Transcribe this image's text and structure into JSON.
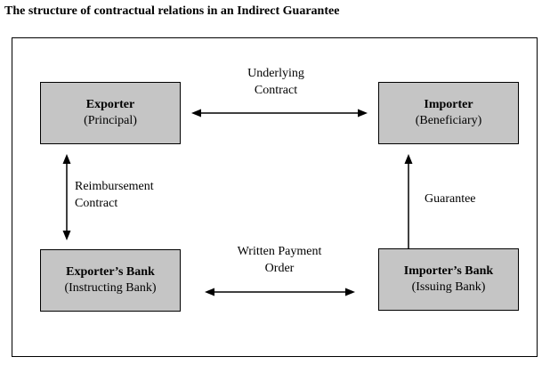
{
  "title": "The structure of contractual relations in an Indirect Guarantee",
  "colors": {
    "background": "#FFFFFF",
    "box_fill": "#C5C5C5",
    "box_border": "#000000",
    "frame_border": "#000000",
    "text": "#000000"
  },
  "boxes": [
    {
      "name": "Exporter",
      "role": "(Principal)"
    },
    {
      "name": "Importer",
      "role": "(Beneficiary)"
    },
    {
      "name": "Exporter’s Bank",
      "role": "(Instructing Bank)"
    },
    {
      "name": "Importer’s Bank",
      "role": "(Issuing Bank)"
    }
  ],
  "arrows": [
    {
      "id": "underlying-contract",
      "label_lines": [
        "Underlying",
        "Contract"
      ],
      "direction": "both"
    },
    {
      "id": "reimbursement-contract",
      "label_lines": [
        "Reimbursement",
        "Contract"
      ],
      "direction": "both"
    },
    {
      "id": "written-payment-order",
      "label_lines": [
        "Written Payment",
        "Order"
      ],
      "direction": "both"
    },
    {
      "id": "guarantee",
      "label_lines": [
        "Guarantee"
      ],
      "direction": "up"
    }
  ]
}
